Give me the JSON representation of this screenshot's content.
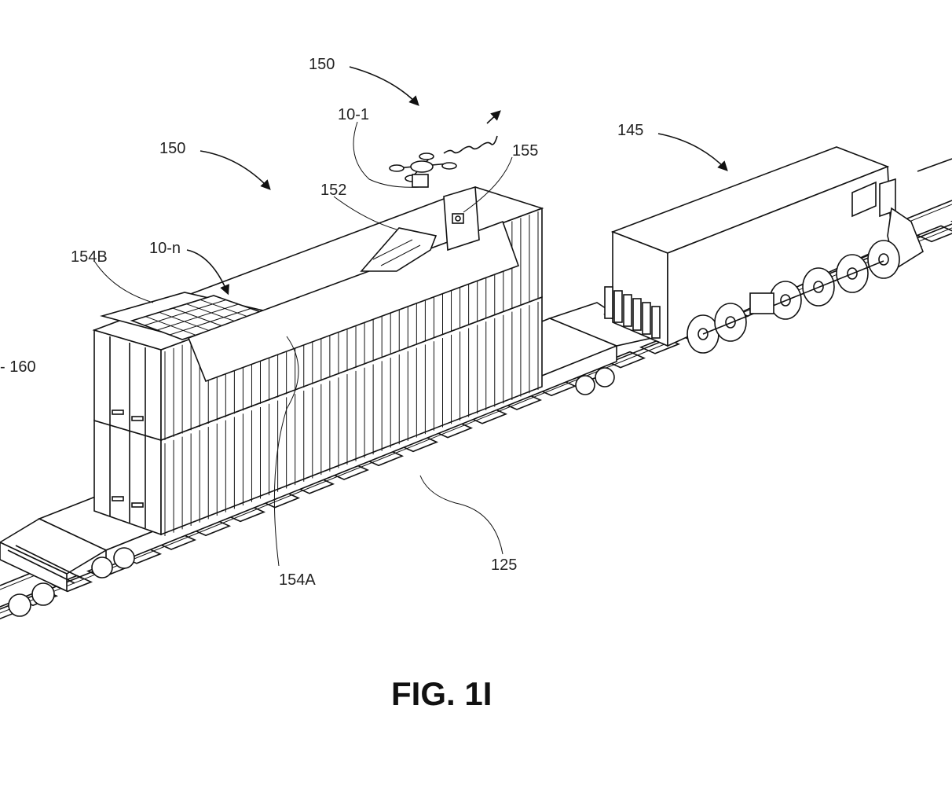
{
  "figure": {
    "caption": "FIG. 1I",
    "labels": {
      "system_150_top": "150",
      "drone_10_1": "10-1",
      "system_150_left": "150",
      "compartment_152": "152",
      "sensor_155": "155",
      "locomotive_145": "145",
      "panel_154B": "154B",
      "drone_10_n": "10-n",
      "rail_160": "- 160",
      "panel_154A": "154A",
      "track_125": "125"
    }
  }
}
